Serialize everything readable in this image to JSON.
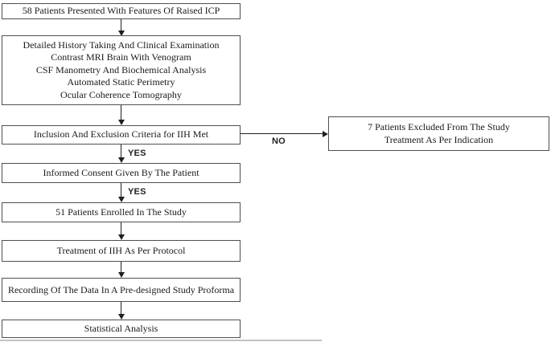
{
  "colors": {
    "box-border": "#4f4f4f",
    "arrow": "#1f1f1f",
    "text": "#1a1a1a",
    "bottom-rule": "#c2c2c2"
  },
  "flowchart": {
    "boxes": {
      "presented": "58 Patients Presented With Features Of Raised ICP",
      "workup": [
        "Detailed History Taking And Clinical Examination",
        "Contrast MRI Brain With Venogram",
        "CSF Manometry And Biochemical Analysis",
        "Automated Static Perimetry",
        "Ocular Coherence Tomography"
      ],
      "criteria": "Inclusion And Exclusion Criteria for IIH Met",
      "consent": "Informed Consent Given By The Patient",
      "enrolled": "51 Patients Enrolled In The Study",
      "treatment": "Treatment of IIH As Per Protocol",
      "recording": "Recording Of The Data In A Pre-designed Study Proforma",
      "analysis": "Statistical Analysis",
      "excluded": [
        "7 Patients Excluded From The Study",
        "Treatment As Per Indication"
      ]
    },
    "branch_labels": {
      "criteria_yes": "YES",
      "consent_yes": "YES",
      "criteria_no": "NO"
    }
  }
}
